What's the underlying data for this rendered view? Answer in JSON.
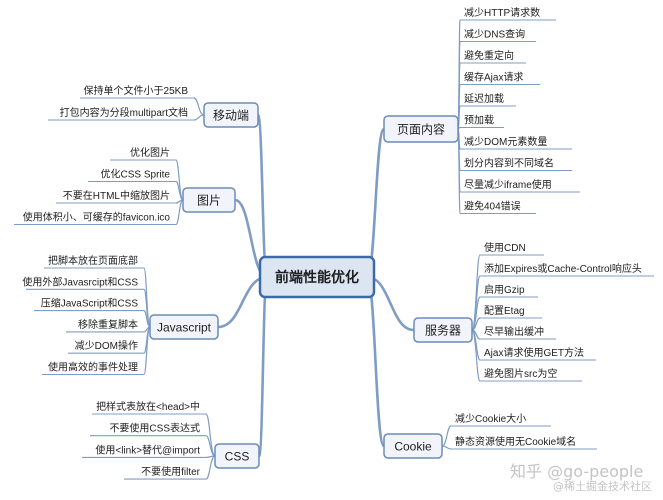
{
  "center": "前端性能优化",
  "branches": [
    {
      "id": "page",
      "label": "页面内容",
      "side": "right",
      "leaves": [
        "减少HTTP请求数",
        "减少DNS查询",
        "避免重定向",
        "缓存Ajax请求",
        "延迟加载",
        "预加载",
        "减少DOM元素数量",
        "划分内容到不同域名",
        "尽量减少iframe使用",
        "避免404错误"
      ]
    },
    {
      "id": "server",
      "label": "服务器",
      "side": "right",
      "leaves": [
        "使用CDN",
        "添加Expires或Cache-Control响应头",
        "启用Gzip",
        "配置Etag",
        "尽早输出缓冲",
        "Ajax请求使用GET方法",
        "避免图片src为空"
      ]
    },
    {
      "id": "cookie",
      "label": "Cookie",
      "side": "right",
      "leaves": [
        "减少Cookie大小",
        "静态资源使用无Cookie域名"
      ]
    },
    {
      "id": "mobile",
      "label": "移动端",
      "side": "left",
      "leaves": [
        "保持单个文件小于25KB",
        "打包内容为分段multipart文档"
      ]
    },
    {
      "id": "image",
      "label": "图片",
      "side": "left",
      "leaves": [
        "优化图片",
        "优化CSS Sprite",
        "不要在HTML中缩放图片",
        "使用体积小、可缓存的favicon.ico"
      ]
    },
    {
      "id": "js",
      "label": "Javascript",
      "side": "left",
      "leaves": [
        "把脚本放在页面底部",
        "使用外部Javasrcipt和CSS",
        "压缩JavaScript和CSS",
        "移除重复脚本",
        "减少DOM操作",
        "使用高效的事件处理"
      ]
    },
    {
      "id": "css",
      "label": "CSS",
      "side": "left",
      "leaves": [
        "把样式表放在<head>中",
        "不要使用CSS表达式",
        "使用<link>替代@import",
        "不要使用filter"
      ]
    }
  ],
  "watermark": {
    "main": "知乎 @go-people",
    "sub": "@稀土掘金技术社区"
  },
  "colors": {
    "line": "#7f9dc2",
    "box_fill": "#f1f5fb",
    "box_border": "#6b8bb8",
    "center_fill": "#dce6f2",
    "center_border": "#3d6aa8",
    "text": "#1e1e1e"
  }
}
